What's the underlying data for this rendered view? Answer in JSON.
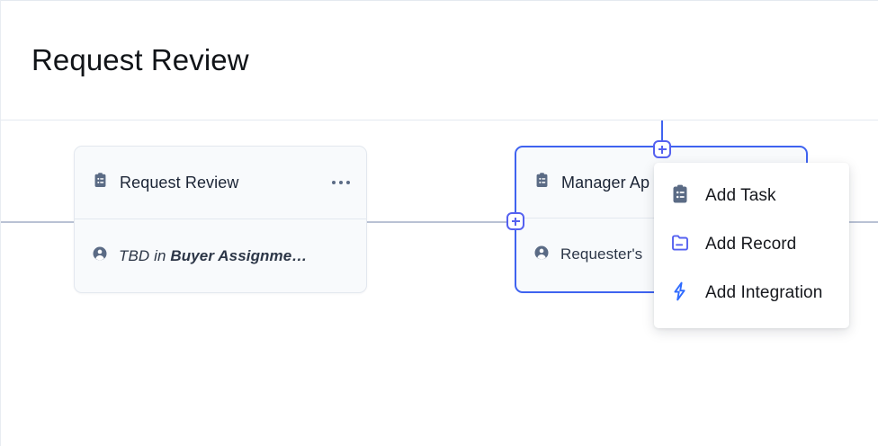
{
  "header": {
    "title": "Request Review"
  },
  "colors": {
    "accent_blue": "#3f63f0",
    "plus_indigo": "#5561f0",
    "record_icon": "#5561f0",
    "integration_icon": "#2f6bff",
    "task_icon": "#5b6b85",
    "card_bg": "#f8fafc",
    "card_border": "#e3e8ef",
    "rail": "#b9c2d4",
    "title_text": "#111418"
  },
  "canvas": {
    "cards": [
      {
        "id": "request-review",
        "title": "Request Review",
        "title_icon": "clipboard-icon",
        "assignee_icon": "person-icon",
        "assignee_prefix": "TBD in ",
        "assignee_target": "Buyer Assignme…",
        "assignee_italic": true,
        "selected": false,
        "has_overflow_menu": true,
        "overflow_menu_icon": "ellipsis-icon"
      },
      {
        "id": "manager-approval",
        "title": "Manager Ap",
        "title_icon": "clipboard-icon",
        "assignee_icon": "person-icon",
        "assignee_prefix": "Requester's",
        "assignee_target": "",
        "assignee_italic": false,
        "selected": true,
        "has_overflow_menu": false,
        "overflow_menu_icon": ""
      }
    ],
    "handles": [
      {
        "name": "add-step-top",
        "icon": "plus-icon"
      },
      {
        "name": "add-step-left",
        "icon": "plus-icon"
      }
    ]
  },
  "dropdown": {
    "items": [
      {
        "label": "Add Task",
        "icon": "clipboard-list-icon"
      },
      {
        "label": "Add Record",
        "icon": "record-folder-icon"
      },
      {
        "label": "Add Integration",
        "icon": "lightning-bolt-icon"
      }
    ]
  }
}
